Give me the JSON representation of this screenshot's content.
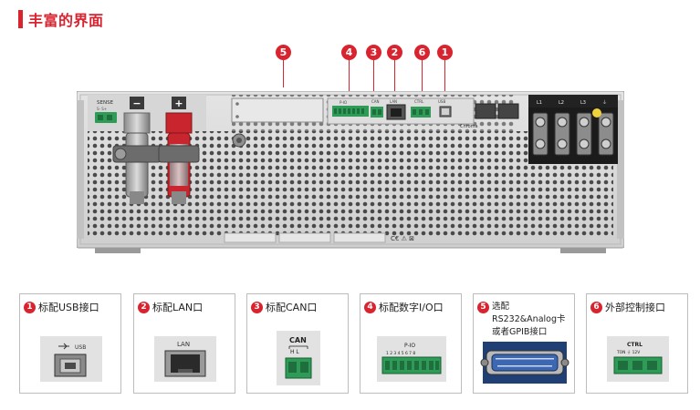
{
  "title": "丰富的界面",
  "callouts": [
    "5",
    "4",
    "3",
    "2",
    "6",
    "1"
  ],
  "panel_labels": {
    "sense": "SENSE",
    "sense_sub": "S-   S+",
    "minus": "−",
    "plus": "+",
    "pio": "P-IO",
    "can": "CAN",
    "lan": "LAN",
    "ctrl": "CTRL",
    "usb": "USB",
    "brand": "Chroma",
    "t1": "L1",
    "t2": "L2",
    "t3": "L3",
    "t4": "⏚",
    "ce": "C€ ⚠ ⊠"
  },
  "cards": [
    {
      "num": "1",
      "label": "标配USB接口",
      "art": "USB"
    },
    {
      "num": "2",
      "label": "标配LAN口",
      "art": "LAN"
    },
    {
      "num": "3",
      "label": "标配CAN口",
      "art": "CAN",
      "art_sub": "H  L"
    },
    {
      "num": "4",
      "label": "标配数字I/O口",
      "art": "P-IO",
      "art_sub": "1 2 3 4 5 6 7 8"
    },
    {
      "num": "5",
      "label_line1": "选配RS232&Analog卡",
      "label_line2": "或者GPIB接口"
    },
    {
      "num": "6",
      "label": "外部控制接口",
      "art": "CTRL",
      "art_sub": "TON  ⏚  12V"
    }
  ],
  "colors": {
    "accent": "#d9232e",
    "connector_green": "#2e9b57"
  }
}
